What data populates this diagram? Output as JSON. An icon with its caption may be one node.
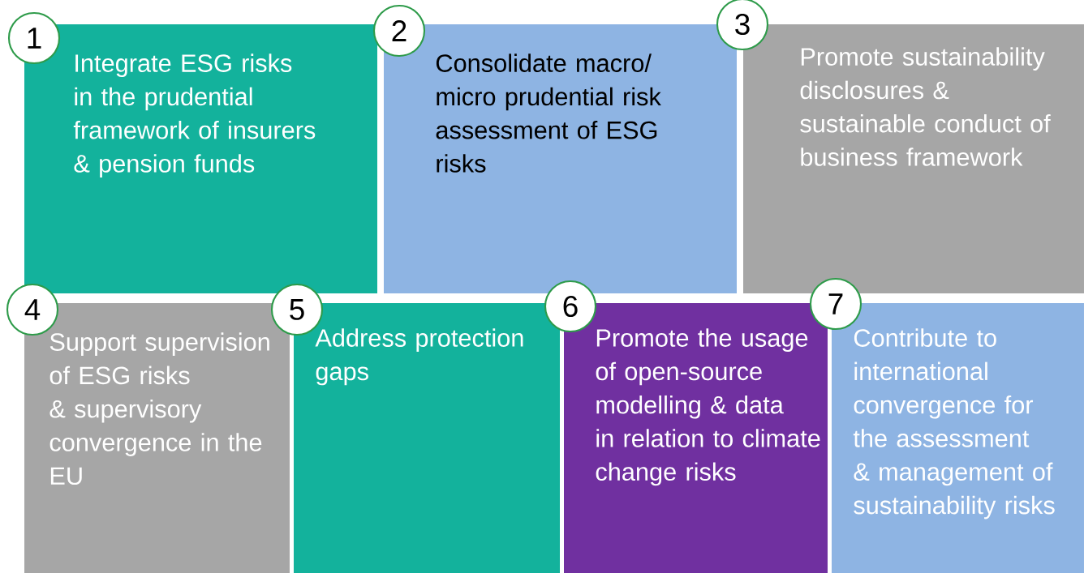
{
  "diagram": {
    "nodes": [
      {
        "text": [
          "1"
        ]
      },
      {
        "text": [
          "Integrate ESG risks in the prudential framework of insurers & pension funds"
        ]
      },
      {
        "text": [
          "2"
        ]
      },
      {
        "text": [
          "Consolidate macro/ micro prudential risk assessment of ESG risks"
        ]
      },
      {
        "text": [
          "3"
        ]
      },
      {
        "text": [
          "Promote sustainability disclosures & sustainable conduct of business framework"
        ]
      },
      {
        "text": [
          "4"
        ]
      },
      {
        "text": [
          "Support supervision of ESG risks & supervisory convergence in the EU"
        ]
      },
      {
        "text": [
          "5"
        ]
      },
      {
        "text": [
          "Address protection gaps"
        ]
      },
      {
        "text": [
          "6"
        ]
      },
      {
        "text": [
          "Promote the usage of open-source modelling & data in relation to climate change risks"
        ]
      },
      {
        "text": [
          "7"
        ]
      },
      {
        "text": [
          "Contribute to international convergence for the assessment & management of sustainability risks"
        ]
      }
    ]
  }
}
